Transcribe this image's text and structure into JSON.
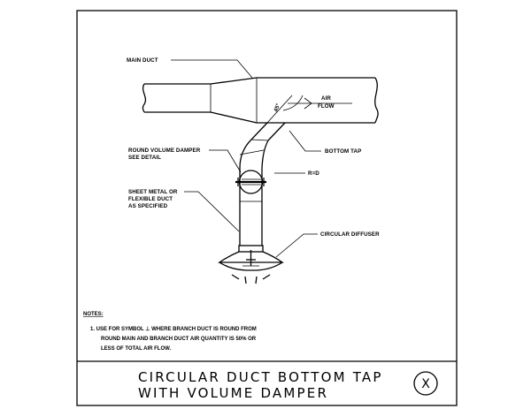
{
  "labels": {
    "main_duct": "MAIN DUCT",
    "air_flow_1": "AIR",
    "air_flow_2": "FLOW",
    "angle": "45°",
    "bottom_tap": "BOTTOM TAP",
    "damper_1": "ROUND VOLUME DAMPER",
    "damper_2": "SEE DETAIL",
    "radius": "R=D",
    "sheet_1": "SHEET METAL OR",
    "sheet_2": "FLEXIBLE DUCT",
    "sheet_3": "AS SPECIFIED",
    "diffuser": "CIRCULAR DIFFUSER"
  },
  "notes": {
    "heading": "NOTES:",
    "line1": "1.  USE FOR SYMBOL ⊥ WHERE BRANCH DUCT IS ROUND FROM",
    "line2": "ROUND MAIN AND BRANCH DUCT AIR QUANTITY IS 50% OR",
    "line3": "LESS OF TOTAL AIR FLOW."
  },
  "title": {
    "line1": "CIRCULAR DUCT BOTTOM TAP",
    "line2": "WITH VOLUME DAMPER"
  },
  "detail_key": "X"
}
